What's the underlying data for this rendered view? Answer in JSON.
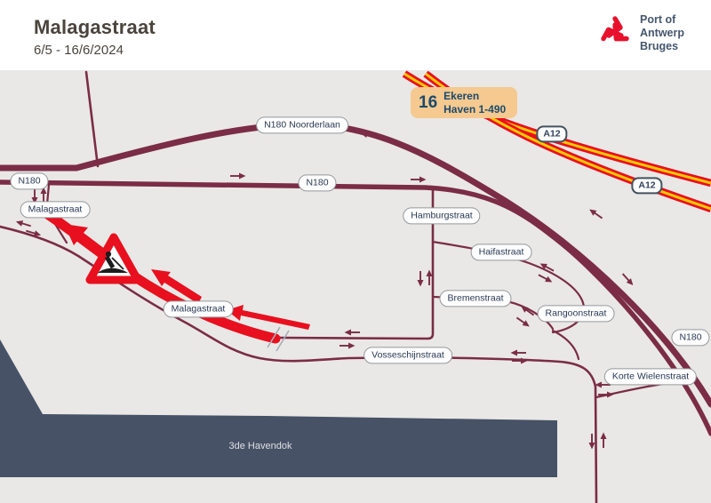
{
  "header": {
    "title": "Malagastraat",
    "date_range": "6/5 - 16/6/2024",
    "logo_lines": [
      "Port of",
      "Antwerp",
      "Bruges"
    ]
  },
  "exit_sign": {
    "number": "16",
    "destination": "Ekeren",
    "range": "Haven 1-490"
  },
  "labels": [
    {
      "text": "N180",
      "type": "route"
    },
    {
      "text": "Malagastraat",
      "type": "street"
    },
    {
      "text": "N180 Noorderlaan",
      "type": "route"
    },
    {
      "text": "N180",
      "type": "route"
    },
    {
      "text": "Hamburgstraat",
      "type": "street"
    },
    {
      "text": "Haifastraat",
      "type": "street"
    },
    {
      "text": "Bremenstraat",
      "type": "street"
    },
    {
      "text": "Rangoonstraat",
      "type": "street"
    },
    {
      "text": "Malagastraat",
      "type": "street"
    },
    {
      "text": "Vosseschijnstraat",
      "type": "street"
    },
    {
      "text": "Korte Wielenstraat",
      "type": "street"
    },
    {
      "text": "N180",
      "type": "route"
    },
    {
      "text": "A12",
      "type": "motorway"
    },
    {
      "text": "A12",
      "type": "motorway"
    }
  ],
  "area_label": "3de Havendok",
  "icons": {
    "logo": "port-of-antwerp-bruges-logo",
    "roadworks": "roadworks-triangle-sign"
  },
  "colors": {
    "road": "#7b2c46",
    "closed_road": "#e8101f",
    "motorway_stripe": "#ffc800",
    "dock": "#485266",
    "map_bg": "#e9e8e6",
    "exit_sign_bg": "#f5c98f",
    "exit_sign_text": "#1b4a6e",
    "logo_red": "#e8112d"
  }
}
